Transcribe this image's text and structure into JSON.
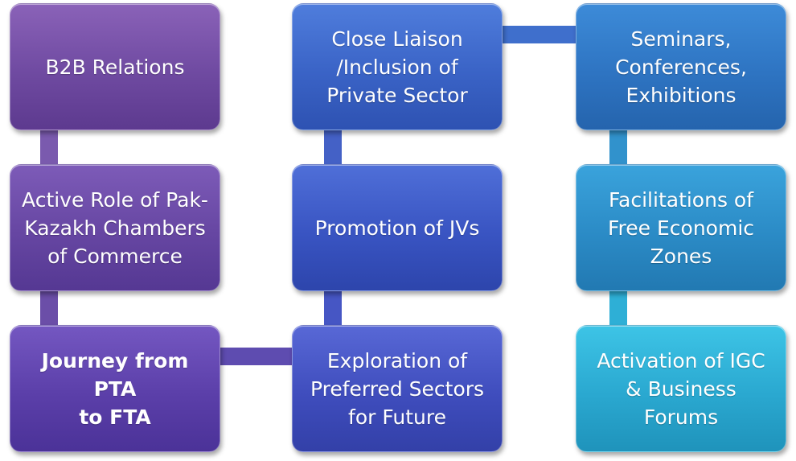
{
  "diagram": {
    "boxes": [
      {
        "id": "b2b",
        "lines": [
          "B2B Relations"
        ]
      },
      {
        "id": "chambers",
        "lines": [
          "Active Role of Pak-",
          "Kazakh Chambers",
          "of Commerce"
        ]
      },
      {
        "id": "journey",
        "lines": [
          "Journey from PTA",
          "to FTA"
        ]
      },
      {
        "id": "liaison",
        "lines": [
          "Close Liaison",
          "/Inclusion of",
          "Private Sector"
        ]
      },
      {
        "id": "jvs",
        "lines": [
          "Promotion of JVs"
        ]
      },
      {
        "id": "exploration",
        "lines": [
          "Exploration of",
          "Preferred Sectors",
          "for Future"
        ]
      },
      {
        "id": "seminars",
        "lines": [
          "Seminars,",
          "Conferences,",
          "Exhibitions"
        ]
      },
      {
        "id": "zones",
        "lines": [
          "Facilitations of",
          "Free Economic",
          "Zones"
        ]
      },
      {
        "id": "igc",
        "lines": [
          "Activation of IGC",
          "& Business",
          "Forums"
        ]
      }
    ],
    "connections": [
      [
        "b2b",
        "chambers"
      ],
      [
        "chambers",
        "journey"
      ],
      [
        "journey",
        "exploration"
      ],
      [
        "exploration",
        "jvs"
      ],
      [
        "jvs",
        "liaison"
      ],
      [
        "liaison",
        "seminars"
      ],
      [
        "seminars",
        "zones"
      ],
      [
        "zones",
        "igc"
      ]
    ]
  }
}
